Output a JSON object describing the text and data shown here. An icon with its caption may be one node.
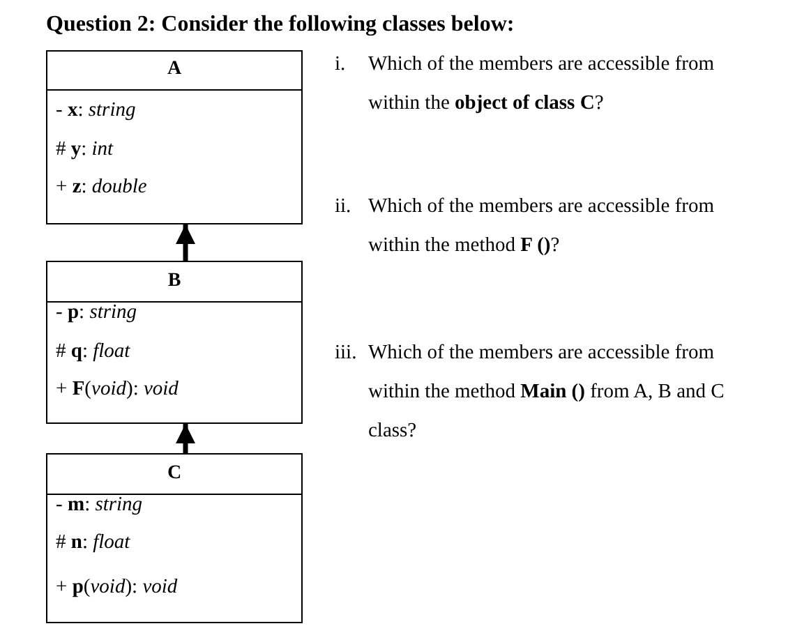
{
  "diagram": {
    "title": "Question 2: Consider the following classes below:",
    "nodes": [
      {
        "text": [
          "A",
          "- **x**: *string*",
          "# **y**: *int*",
          "+ **z**: *double*"
        ]
      },
      {
        "text": [
          "B",
          "- **p**: *string*",
          "# **q**: *float*",
          "+ **F**(*void*): *void*"
        ]
      },
      {
        "text": [
          "C",
          "- **m**: *string*",
          "# **n**: *float*",
          "+ **p**(*void*): *void*"
        ]
      }
    ],
    "edges": [
      {
        "from": 1,
        "to": 0,
        "arrow": "to"
      },
      {
        "from": 2,
        "to": 1,
        "arrow": "to"
      }
    ],
    "labels": [
      "i.",
      "Which of the members are accessible from within the **object of class C**?",
      "ii.",
      "Which of the members are accessible from within the method **F ()**?",
      "iii.",
      "Which of the members are accessible from within the method **Main ()** from A, B and C class?"
    ]
  }
}
